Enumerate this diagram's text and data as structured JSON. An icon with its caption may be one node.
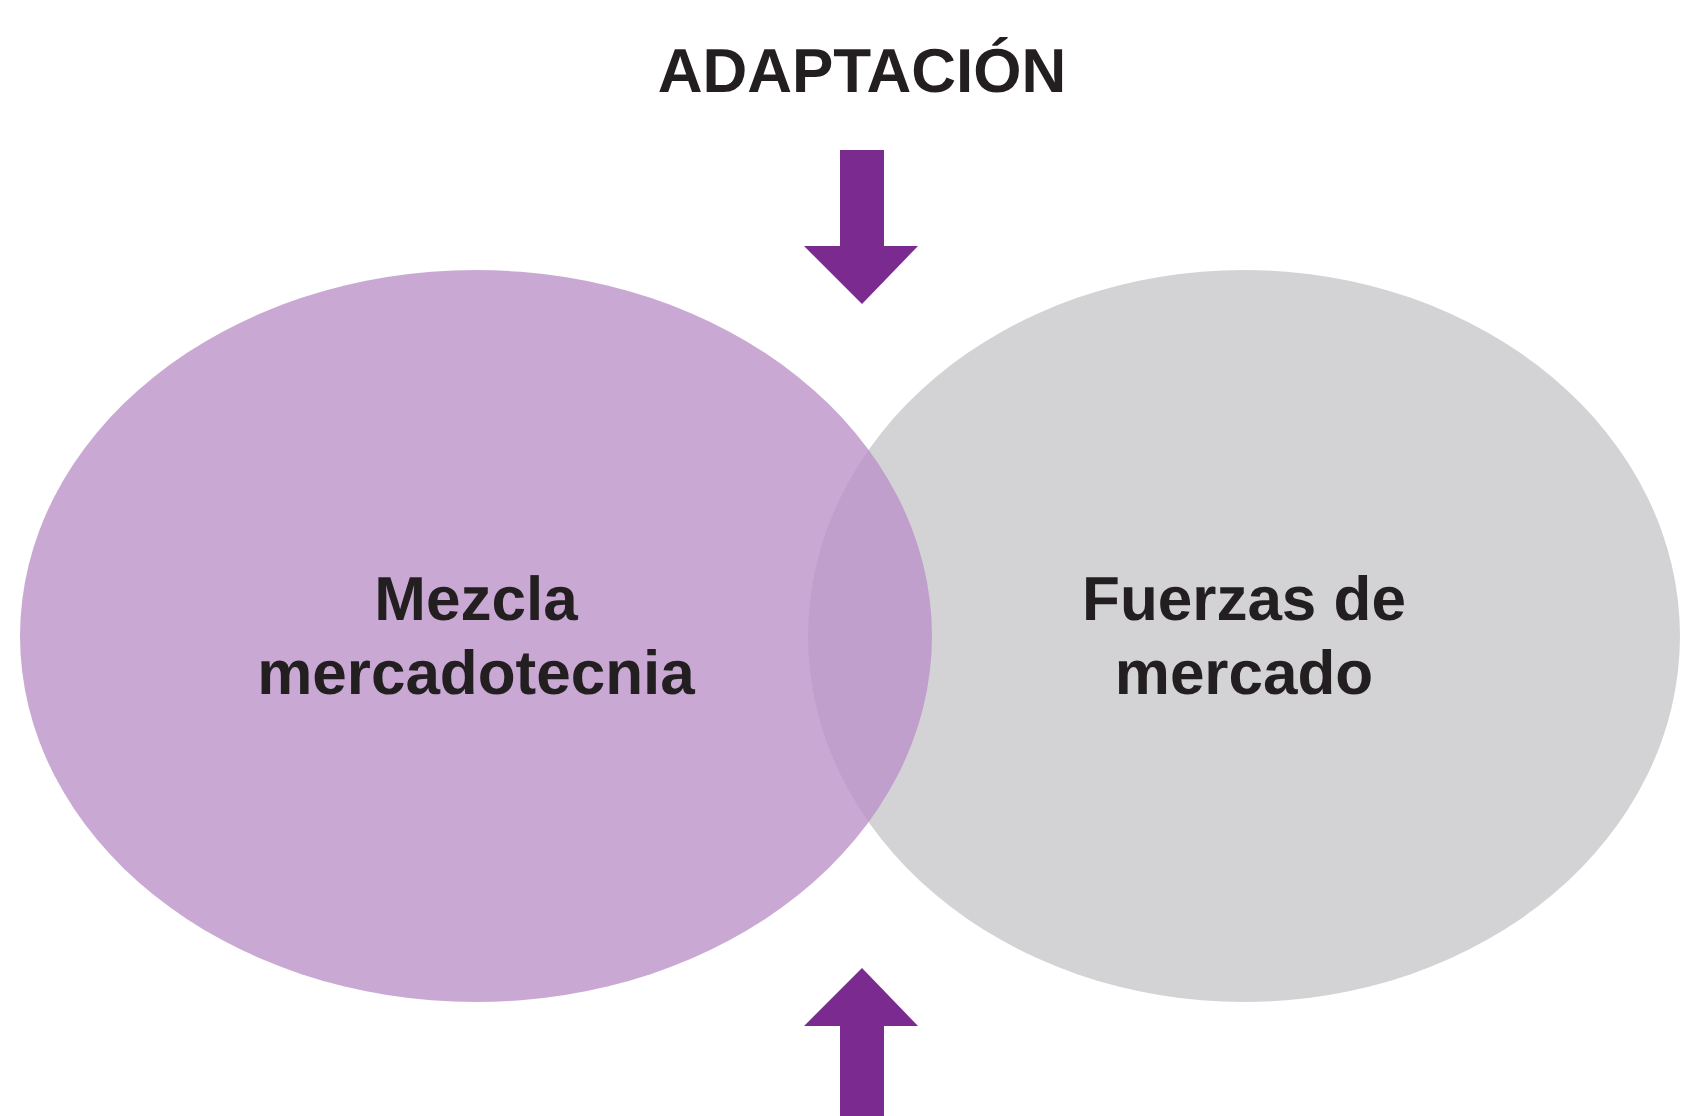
{
  "diagram": {
    "nodes": [
      {
        "text": [
          "ADAPTACIÓN"
        ]
      },
      {
        "text": [
          "Mezcla mercadotecnia"
        ]
      },
      {
        "text": [
          "Fuerzas de mercado"
        ]
      }
    ],
    "edges": [
      {
        "from": 0,
        "to": 1,
        "arrow": "to",
        "style": "thick"
      }
    ]
  }
}
